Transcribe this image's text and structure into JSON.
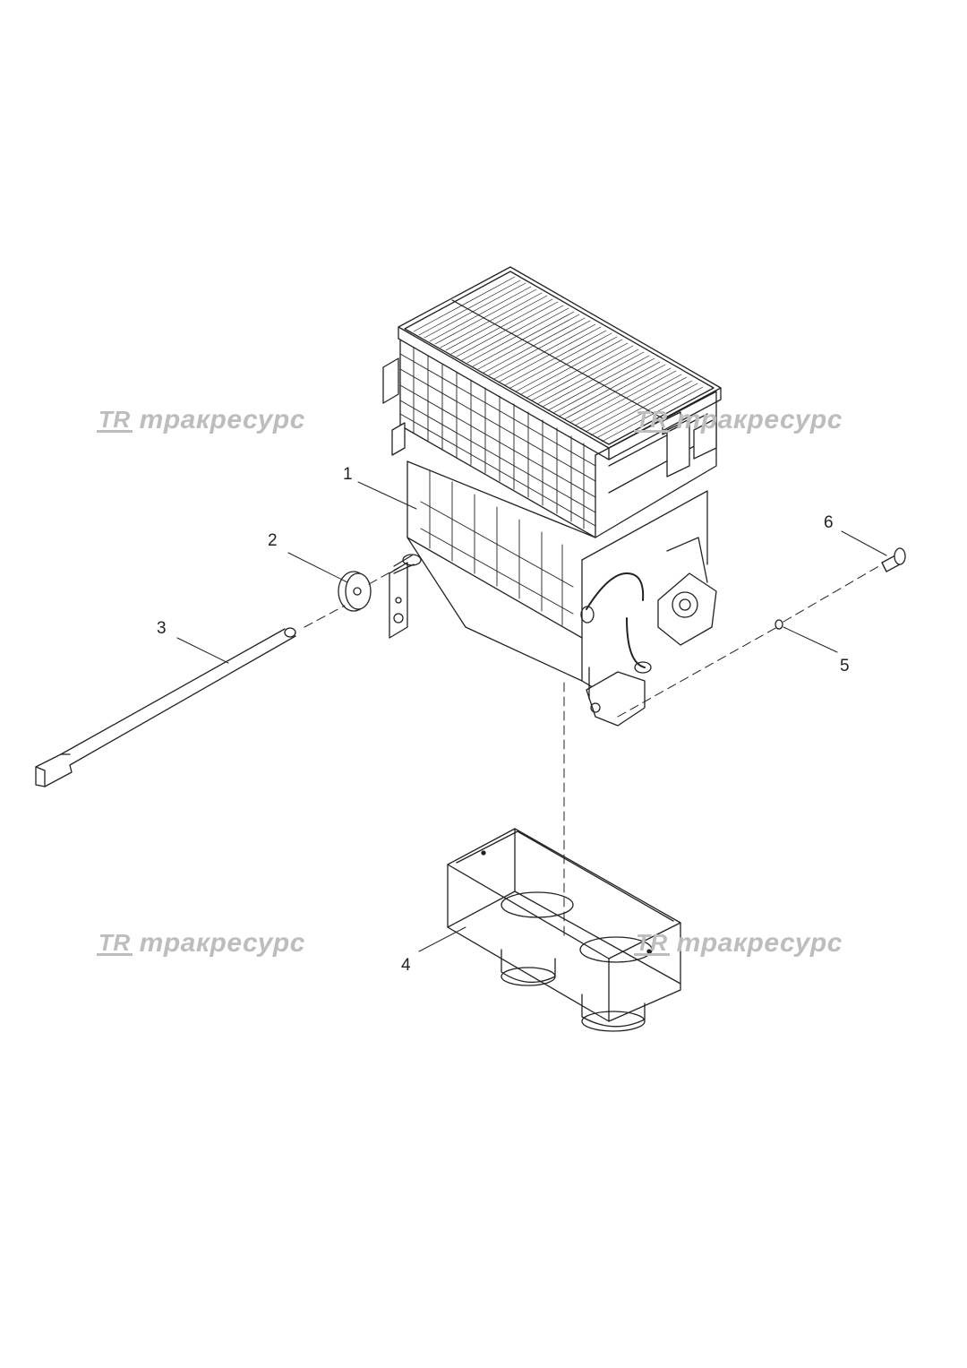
{
  "callouts": [
    {
      "id": "1",
      "label": "1"
    },
    {
      "id": "2",
      "label": "2"
    },
    {
      "id": "3",
      "label": "3"
    },
    {
      "id": "4",
      "label": "4"
    },
    {
      "id": "5",
      "label": "5"
    },
    {
      "id": "6",
      "label": "6"
    }
  ],
  "watermark": {
    "logo_text": "TR",
    "brand_text": "тракресурс"
  },
  "colors": {
    "line": "#222222",
    "watermark": "#bdbdbd",
    "background": "#ffffff"
  }
}
